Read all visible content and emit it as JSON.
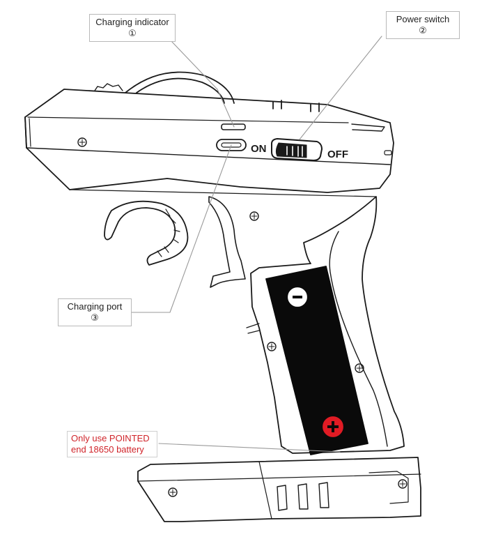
{
  "callouts": {
    "charging_indicator": {
      "label": "Charging indicator",
      "number": "①"
    },
    "power_switch": {
      "label": "Power switch",
      "number": "②"
    },
    "charging_port": {
      "label": "Charging port",
      "number": "③"
    },
    "battery_warning": {
      "line1": "Only use POINTED",
      "line2": "end 18650 battery"
    }
  },
  "device": {
    "switch_on_label": "ON",
    "switch_off_label": "OFF",
    "battery_negative_symbol": "−",
    "battery_positive_symbol": "+"
  },
  "colors": {
    "outline": "#1a1a1a",
    "battery": "#0a0a0a",
    "positive_terminal": "#e01b24",
    "warning_text": "#d0242a",
    "leader_line": "#9a9a9a"
  }
}
